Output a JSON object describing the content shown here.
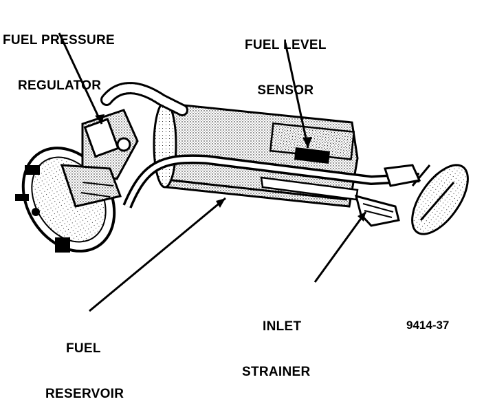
{
  "labels": {
    "fuel_pressure_regulator": [
      "FUEL PRESSURE",
      "REGULATOR"
    ],
    "fuel_level_sensor": [
      "FUEL LEVEL",
      "SENSOR"
    ],
    "inlet_strainer": [
      "INLET",
      "STRAINER"
    ],
    "fuel_reservoir": [
      "FUEL",
      "RESERVOIR"
    ]
  },
  "figure_number": "9414-37"
}
